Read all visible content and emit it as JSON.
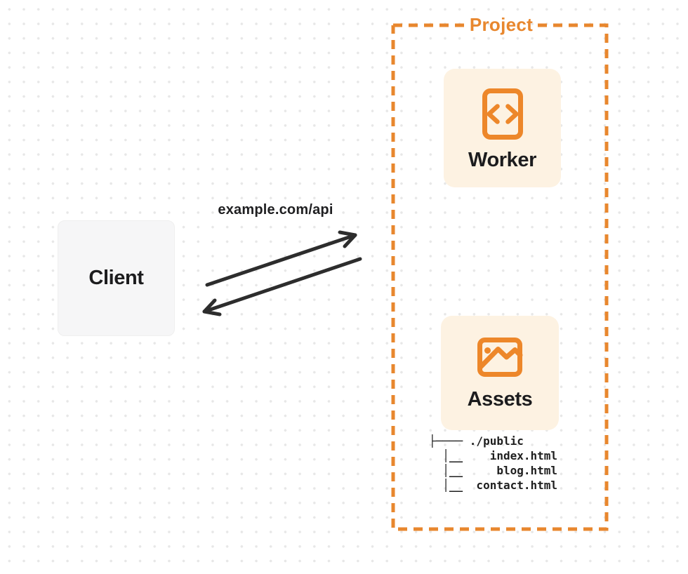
{
  "project": {
    "label": "Project"
  },
  "nodes": {
    "client": {
      "label": "Client"
    },
    "worker": {
      "label": "Worker",
      "icon": "code-file-icon"
    },
    "assets": {
      "label": "Assets",
      "icon": "image-icon"
    }
  },
  "request_label": "example.com/api",
  "file_tree": "├──── ./public\n  │__    index.html\n  │__     blog.html\n  │__  contact.html",
  "colors": {
    "accent_orange": "#E8872E",
    "card_background": "#FDF2E2",
    "client_background": "#F6F6F7",
    "arrow": "#2D2D2D",
    "text_dark": "#1C1C1E",
    "dot_grid": "#E7E7E7"
  }
}
